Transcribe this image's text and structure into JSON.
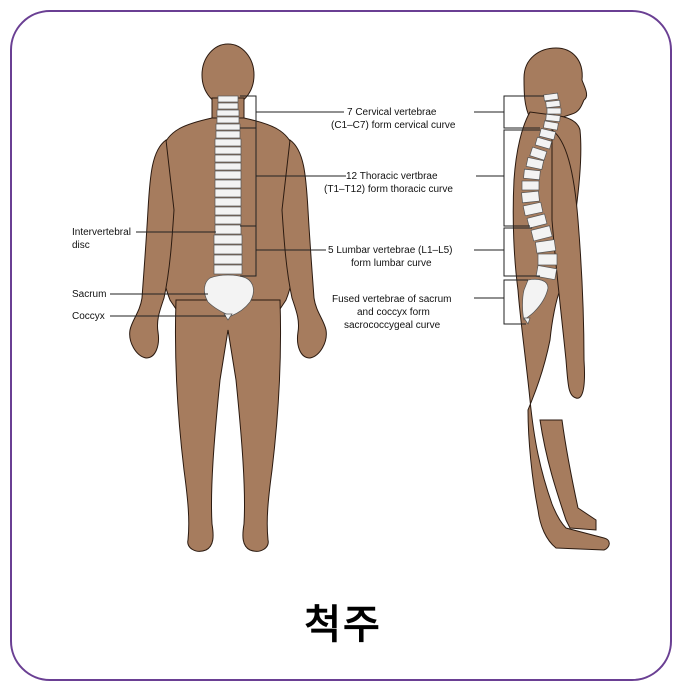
{
  "colors": {
    "frame": "#6a3f93",
    "skin": "#a67c5e",
    "skin_outline": "#2b1a10",
    "bone": "#f3f3f3",
    "disc": "#d2d2d2",
    "leader": "#222222"
  },
  "labels": {
    "cervical_1": "7 Cervical vertebrae",
    "cervical_2": "(C1–C7) form cervical curve",
    "thoracic_1": "12 Thoracic vertbrae",
    "thoracic_2": "(T1–T12) form thoracic curve",
    "lumbar_1": "5 Lumbar vertebrae (L1–L5)",
    "lumbar_2": "form lumbar curve",
    "sacral_1": "Fused vertebrae of sacrum",
    "sacral_2": "and coccyx form",
    "sacral_3": "sacrococcygeal curve",
    "disc_1": "Intervertebral",
    "disc_2": "disc",
    "sacrum": "Sacrum",
    "coccyx": "Coccyx"
  },
  "title": "척주"
}
